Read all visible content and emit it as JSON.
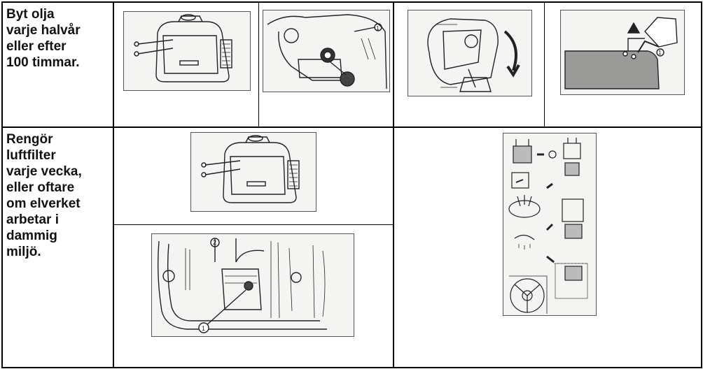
{
  "rows": [
    {
      "instruction": "Byt olja\nvarje halvår\neller efter\n100 timmar."
    },
    {
      "instruction": "Rengör\nluftfilter\nvarje vecka,\neller oftare\nom elverket\narbetar i\ndammig\nmiljö."
    }
  ],
  "callouts": {
    "one": "1",
    "two": "2"
  },
  "colors": {
    "line": "#000000",
    "drawing": "#222222",
    "sketch_bg": "#f4f4f2",
    "oil_fill": "#9a9a98"
  },
  "icons": {
    "row1": [
      "generator-front-icon",
      "oil-plug-icon",
      "tilt-drain-icon",
      "oil-fill-icon"
    ],
    "row2": [
      "generator-front-icon",
      "air-filter-cover-icon",
      "filter-cleaning-steps-icon"
    ]
  }
}
